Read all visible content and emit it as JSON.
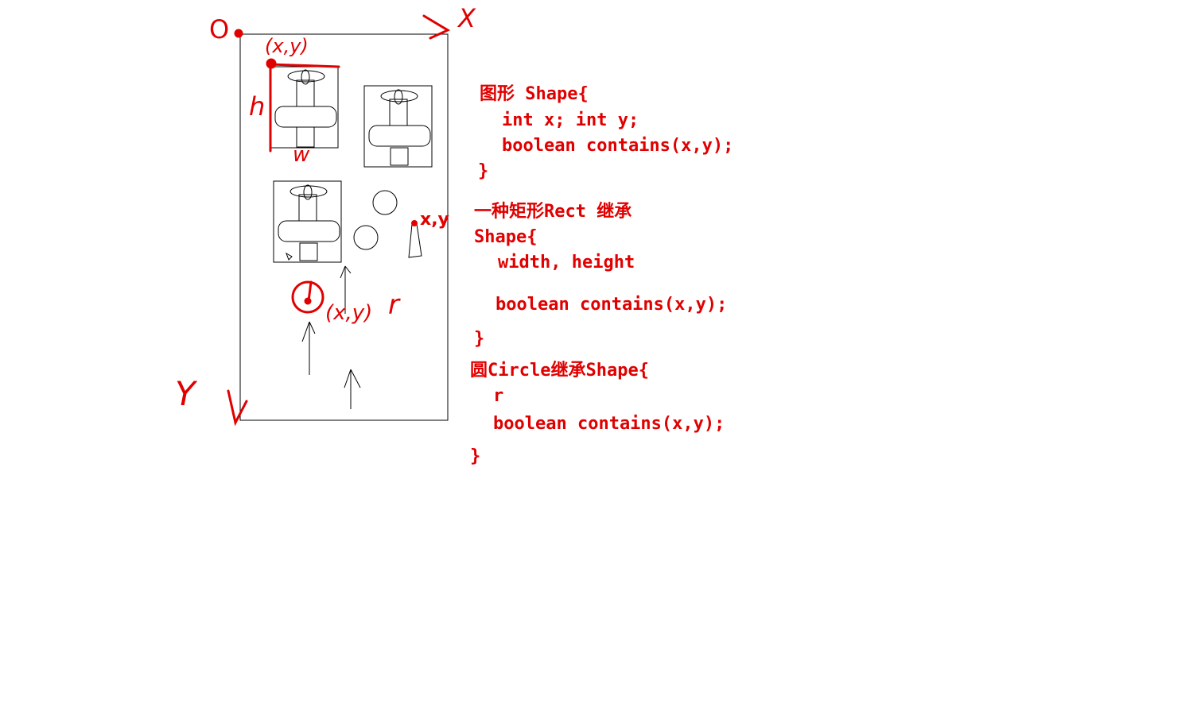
{
  "sketch": {
    "origin_label": "O",
    "x_axis_label": "X",
    "y_axis_label": "Y",
    "rect_anchor_label": "(x,y)",
    "rect_height_label": "h",
    "rect_width_label": "w",
    "point_label": "x,y",
    "circle_center_label": "(x,y)",
    "circle_radius_label": "r"
  },
  "code": {
    "shape_header": "图形 Shape{",
    "shape_field": "int x; int y;",
    "shape_method": "boolean contains(x,y);",
    "shape_close": "}",
    "rect_header_1": "一种矩形Rect 继承",
    "rect_header_2": "Shape{",
    "rect_field": "width, height",
    "rect_method": "boolean contains(x,y);",
    "rect_close": "}",
    "circle_header": "圆Circle继承Shape{",
    "circle_field": "r",
    "circle_method": "boolean contains(x,y);",
    "circle_close": "}"
  },
  "colors": {
    "ink": "#000000",
    "annotation": "#e00000"
  }
}
